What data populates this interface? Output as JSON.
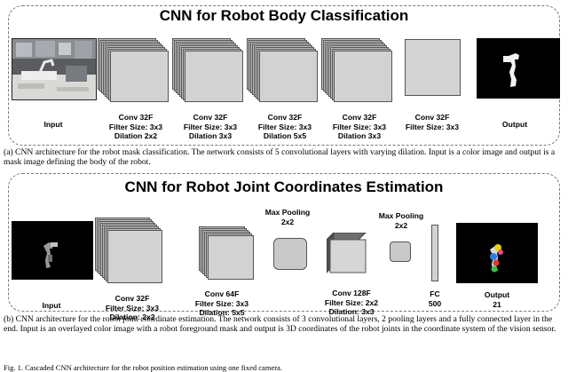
{
  "top": {
    "title": "CNN for Robot Body Classification",
    "input_label": "Input",
    "output_label": "Output",
    "layers": [
      [
        "Conv 32F",
        "Filter Size: 3x3",
        "Dilation 2x2"
      ],
      [
        "Conv 32F",
        "Filter Size: 3x3",
        "Dilation 3x3"
      ],
      [
        "Conv 32F",
        "Filter Size: 3x3",
        "Dilation 5x5"
      ],
      [
        "Conv 32F",
        "Filter Size: 3x3",
        "Dilation 3x3"
      ],
      [
        "Conv 32F",
        "Filter Size: 3x3"
      ]
    ],
    "caption": "(a) CNN architecture for the robot mask classification. The network consists of 5 convolutional layers with varying dilation. Input is a color image and output is a mask image defining the body of the robot."
  },
  "bottom": {
    "title": "CNN for Robot Joint Coordinates Estimation",
    "input_label": "Input",
    "output_label": [
      "Output",
      "21"
    ],
    "conv1": [
      "Conv 32F",
      "Filter Size: 3x3",
      "Dilation: 2x2"
    ],
    "conv2": [
      "Conv 64F",
      "Filter Size: 3x3",
      "Dilation: 5x5"
    ],
    "conv3": [
      "Conv 128F",
      "Filter Size: 2x2",
      "Dilation: 3x3"
    ],
    "pool1": [
      "Max Pooling",
      "2x2"
    ],
    "pool2": [
      "Max Pooling",
      "2x2"
    ],
    "fc": [
      "FC",
      "500"
    ],
    "caption": "(b) CNN architecture for the robot joint coordinate estimation. The network consists of 3 convolutional layers, 2 pooling layers and a fully connected layer in the end. Input is an overlayed color image with a robot foreground mask and output is 3D coordinates of the robot joints in the coordinate system of the vision sensor."
  },
  "figure_caption": "Fig. 1.  Cascaded CNN architecture for the robot position estimation using one fixed camera."
}
